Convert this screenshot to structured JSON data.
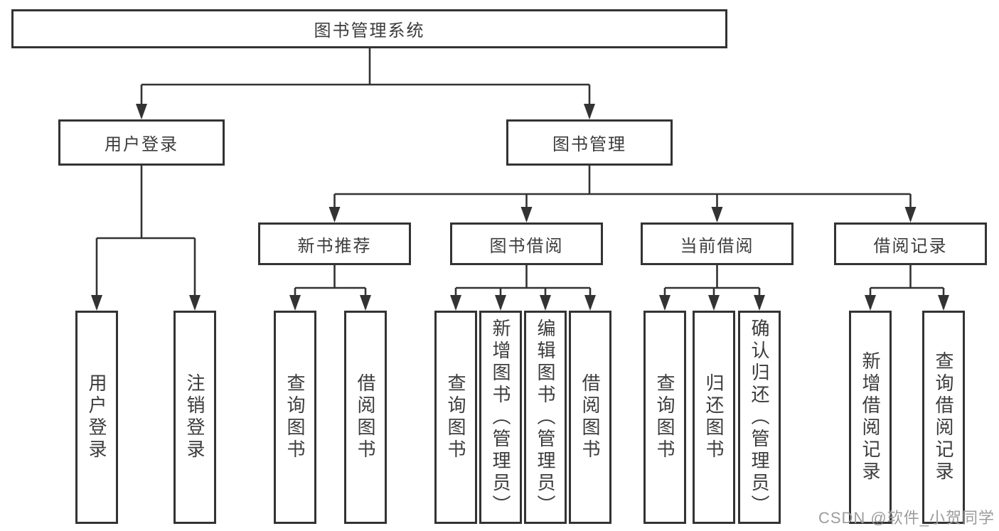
{
  "diagram": {
    "root": {
      "label": "图书管理系统"
    },
    "level2": [
      {
        "label": "用户登录"
      },
      {
        "label": "图书管理"
      }
    ],
    "level3": [
      {
        "label": "新书推荐",
        "parent": "图书管理"
      },
      {
        "label": "图书借阅",
        "parent": "图书管理"
      },
      {
        "label": "当前借阅",
        "parent": "图书管理"
      },
      {
        "label": "借阅记录",
        "parent": "图书管理"
      }
    ],
    "leaves": [
      {
        "label": "用户登录",
        "parent": "用户登录"
      },
      {
        "label": "注销登录",
        "parent": "用户登录"
      },
      {
        "label": "查询图书",
        "parent": "新书推荐"
      },
      {
        "label": "借阅图书",
        "parent": "新书推荐"
      },
      {
        "label": "查询图书",
        "parent": "图书借阅"
      },
      {
        "label": "新增图书（管理员）",
        "parent": "图书借阅"
      },
      {
        "label": "编辑图书（管理员）",
        "parent": "图书借阅"
      },
      {
        "label": "借阅图书",
        "parent": "图书借阅"
      },
      {
        "label": "查询图书",
        "parent": "当前借阅"
      },
      {
        "label": "归还图书",
        "parent": "当前借阅"
      },
      {
        "label": "确认归还（管理员）",
        "parent": "当前借阅"
      },
      {
        "label": "新增借阅记录",
        "parent": "借阅记录"
      },
      {
        "label": "查询借阅记录",
        "parent": "借阅记录"
      }
    ],
    "colors": {
      "line": "#333333",
      "text": "#3c3c3c",
      "background": "#ffffff",
      "watermark": "#9c9c9c"
    }
  },
  "watermark": {
    "text": "CSDN @软件_小贺同学"
  }
}
